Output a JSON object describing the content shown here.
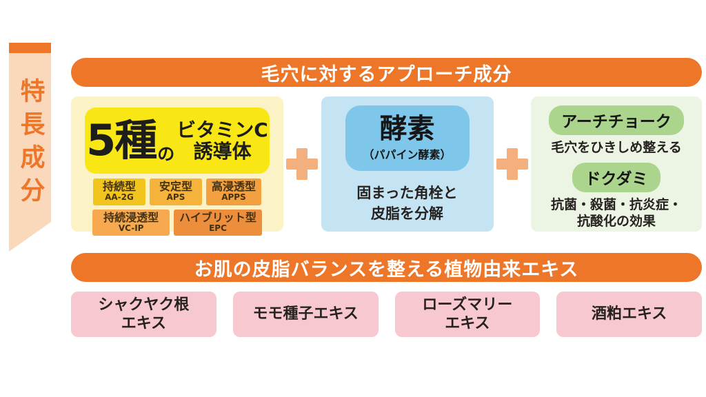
{
  "colors": {
    "accent_orange": "#ED7628",
    "ribbon_body": "#FAD8BB",
    "plus_icon": "#F3AF7D",
    "yellow_card_bg": "#FBF3C6",
    "yellow_inner": "#F8E715",
    "blue_card_bg": "#C5E4F3",
    "blue_inner": "#7EC7EA",
    "green_card_bg": "#ECF4E4",
    "green_pill": "#ABD48D",
    "pink_box": "#F7C8CF",
    "header_text": "#FFFFFF",
    "body_text": "#262220"
  },
  "ribbon": {
    "label": "特長成分"
  },
  "header_top": {
    "label": "毛穴に対するアプローチ成分"
  },
  "vitamin_card": {
    "headline_number": "5種",
    "headline_particle": "の",
    "headline_line1": "ビタミンC",
    "headline_line2": "誘導体",
    "tags": [
      {
        "label": "持続型",
        "code": "AA-2G",
        "color": "#F2C41E"
      },
      {
        "label": "安定型",
        "code": "APS",
        "color": "#F6B33C"
      },
      {
        "label": "高浸透型",
        "code": "APPS",
        "color": "#F3A140"
      },
      {
        "label": "持続浸透型",
        "code": "VC-IP",
        "color": "#F6A94F"
      },
      {
        "label": "ハイブリット型",
        "code": "EPC",
        "color": "#ED8E3C"
      }
    ]
  },
  "enzyme_card": {
    "title": "酵素",
    "subtitle": "（パパイン酵素）",
    "description": "固まった角栓と\n皮脂を分解"
  },
  "botanical_card": {
    "items": [
      {
        "name": "アーチチョーク",
        "effect": "毛穴をひきしめ整える"
      },
      {
        "name": "ドクダミ",
        "effect": "抗菌・殺菌・抗炎症・\n抗酸化の効果"
      }
    ]
  },
  "header_bottom": {
    "label": "お肌の皮脂バランスを整える植物由来エキス"
  },
  "extracts": [
    {
      "label": "シャクヤク根\nエキス"
    },
    {
      "label": "モモ種子エキス"
    },
    {
      "label": "ローズマリー\nエキス"
    },
    {
      "label": "酒粕エキス"
    }
  ]
}
